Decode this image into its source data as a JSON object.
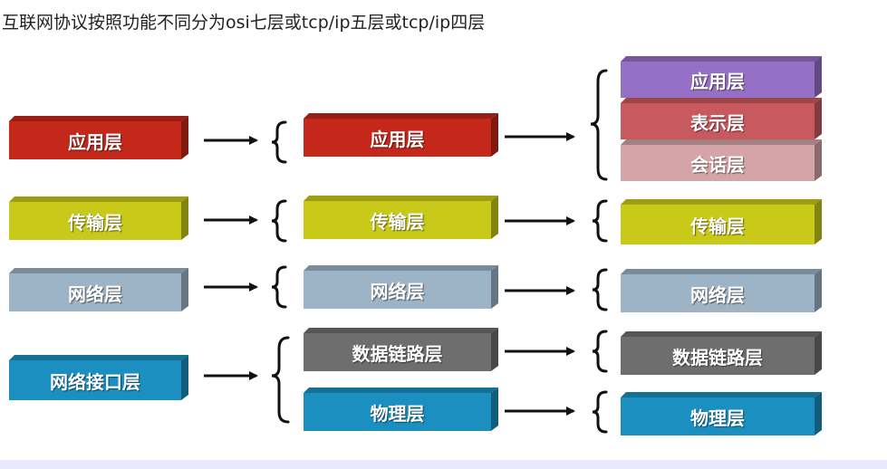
{
  "title": "互联网协议按照功能不同分为osi七层或tcp/ip五层或tcp/ip四层",
  "colors": {
    "application": "#c4281a",
    "transport": "#c9c91a",
    "network": "#9db4c6",
    "link": "#1b8fbf",
    "datalink": "#6e6e6e",
    "presentation": "#c85a5f",
    "session": "#d4a4a8",
    "app_purple": "#9670c6"
  },
  "four_layer": {
    "application": "应用层",
    "transport": "传输层",
    "network": "网络层",
    "link": "网络接口层"
  },
  "five_layer": {
    "application": "应用层",
    "transport": "传输层",
    "network": "网络层",
    "datalink": "数据链路层",
    "physical": "物理层"
  },
  "seven_layer": {
    "application": "应用层",
    "presentation": "表示层",
    "session": "会话层",
    "transport": "传输层",
    "network": "网络层",
    "datalink": "数据链路层",
    "physical": "物理层"
  }
}
